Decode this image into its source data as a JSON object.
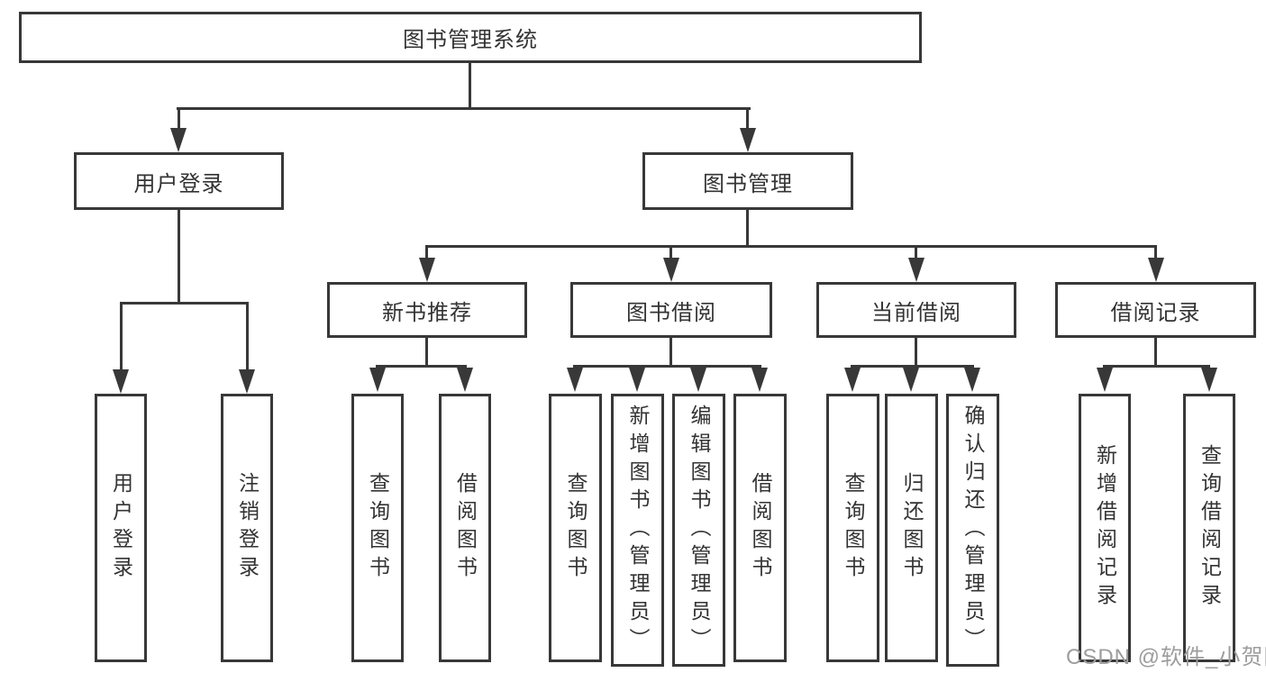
{
  "diagram": {
    "title": "图书管理系统",
    "nodes": {
      "root": "图书管理系统",
      "user_login": "用户登录",
      "book_management": "图书管理",
      "new_book_recommend": "新书推荐",
      "book_borrowing": "图书借阅",
      "current_borrowing": "当前借阅",
      "borrowing_records": "借阅记录"
    },
    "leaves": {
      "user_login_children": [
        "用户登录",
        "注销登录"
      ],
      "new_book_children": [
        "查询图书",
        "借阅图书"
      ],
      "book_borrowing_children": [
        "查询图书",
        "新增图书（管理员）",
        "编辑图书（管理员）",
        "借阅图书"
      ],
      "current_borrowing_children": [
        "查询图书",
        "归还图书",
        "确认归还（管理员）"
      ],
      "borrowing_records_children": [
        "新增借阅记录",
        "查询借阅记录"
      ]
    },
    "hierarchy": {
      "图书管理系统": {
        "用户登录": [
          "用户登录",
          "注销登录"
        ],
        "图书管理": {
          "新书推荐": [
            "查询图书",
            "借阅图书"
          ],
          "图书借阅": [
            "查询图书",
            "新增图书（管理员）",
            "编辑图书（管理员）",
            "借阅图书"
          ],
          "当前借阅": [
            "查询图书",
            "归还图书",
            "确认归还（管理员）"
          ],
          "借阅记录": [
            "新增借阅记录",
            "查询借阅记录"
          ]
        }
      }
    },
    "watermark": "CSDN @软件_小贺同学",
    "colors": {
      "line": "#383838",
      "text": "#333333",
      "watermark": "#9d9d9d",
      "box_fill": "#ffffff",
      "background": "#ffffff"
    }
  }
}
